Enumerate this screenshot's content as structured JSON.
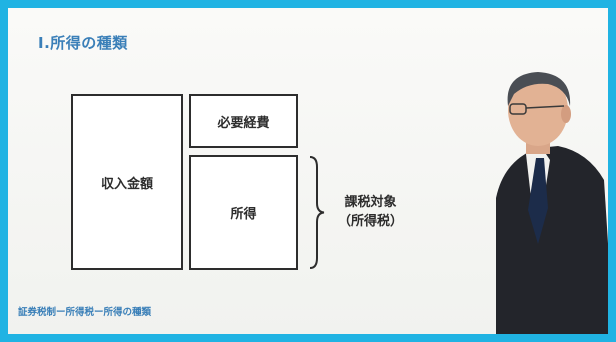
{
  "slide": {
    "title": "Ⅰ.所得の種類",
    "footer": "証券税制ー所得税ー所得の種類"
  },
  "diagram": {
    "revenue_label": "収入金額",
    "expense_label": "必要経費",
    "income_label": "所得",
    "taxable_line1": "課税対象",
    "taxable_line2": "（所得税）"
  },
  "colors": {
    "frame": "#20b3e3",
    "title_text": "#3a7fb8",
    "box_border": "#2d2d2d"
  }
}
